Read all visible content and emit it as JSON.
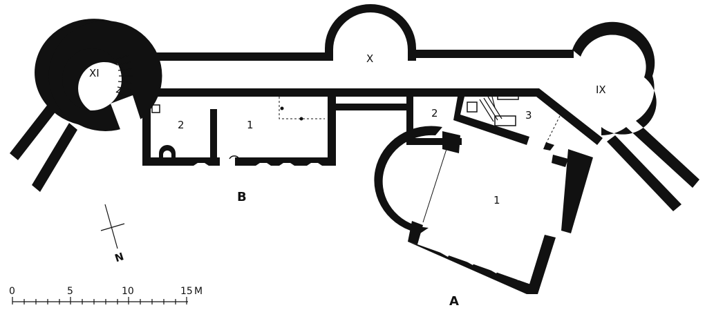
{
  "colors": {
    "ink": "#111111",
    "paper": "#ffffff"
  },
  "towers": {
    "xi": "XI",
    "x": "X",
    "ix": "IX"
  },
  "building_b": {
    "label": "B",
    "room_2": "2",
    "room_1": "1"
  },
  "building_a": {
    "label": "A",
    "room_1": "1",
    "room_2": "2",
    "room_3": "3"
  },
  "scale_bar": {
    "ticks": [
      "0",
      "5",
      "10",
      "15"
    ],
    "unit": "M"
  },
  "north_arrow": {
    "label": "N"
  }
}
